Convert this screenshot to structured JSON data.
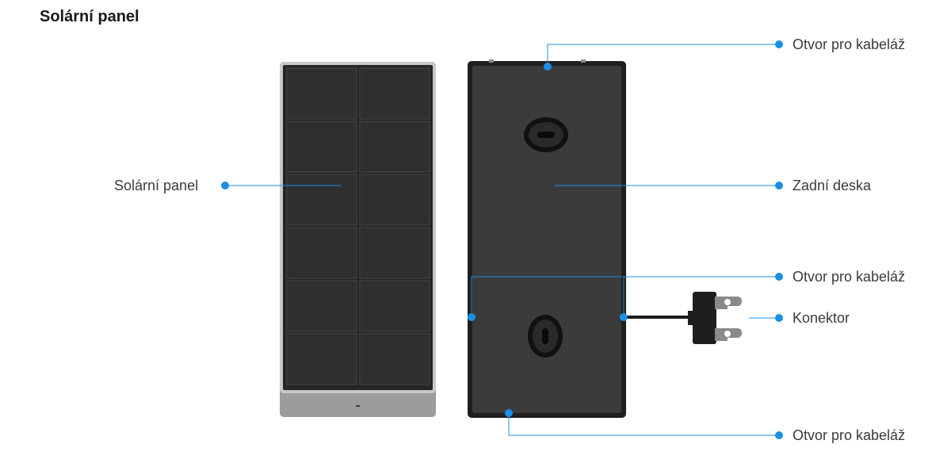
{
  "title": "Solární panel",
  "colors": {
    "accent": "#1a8fe3",
    "panel_dark": "#2b2b2b",
    "panel_frame": "#bfbfbf",
    "panel_base": "#9a9a9a",
    "back_plate": "#3a3a3a"
  },
  "labels": {
    "solar_panel": "Solární panel",
    "cable_hole_top": "Otvor pro kabeláž",
    "back_plate": "Zadní deska",
    "cable_hole_middle": "Otvor pro kabeláž",
    "connector": "Konektor",
    "cable_hole_bottom": "Otvor pro kabeláž"
  }
}
